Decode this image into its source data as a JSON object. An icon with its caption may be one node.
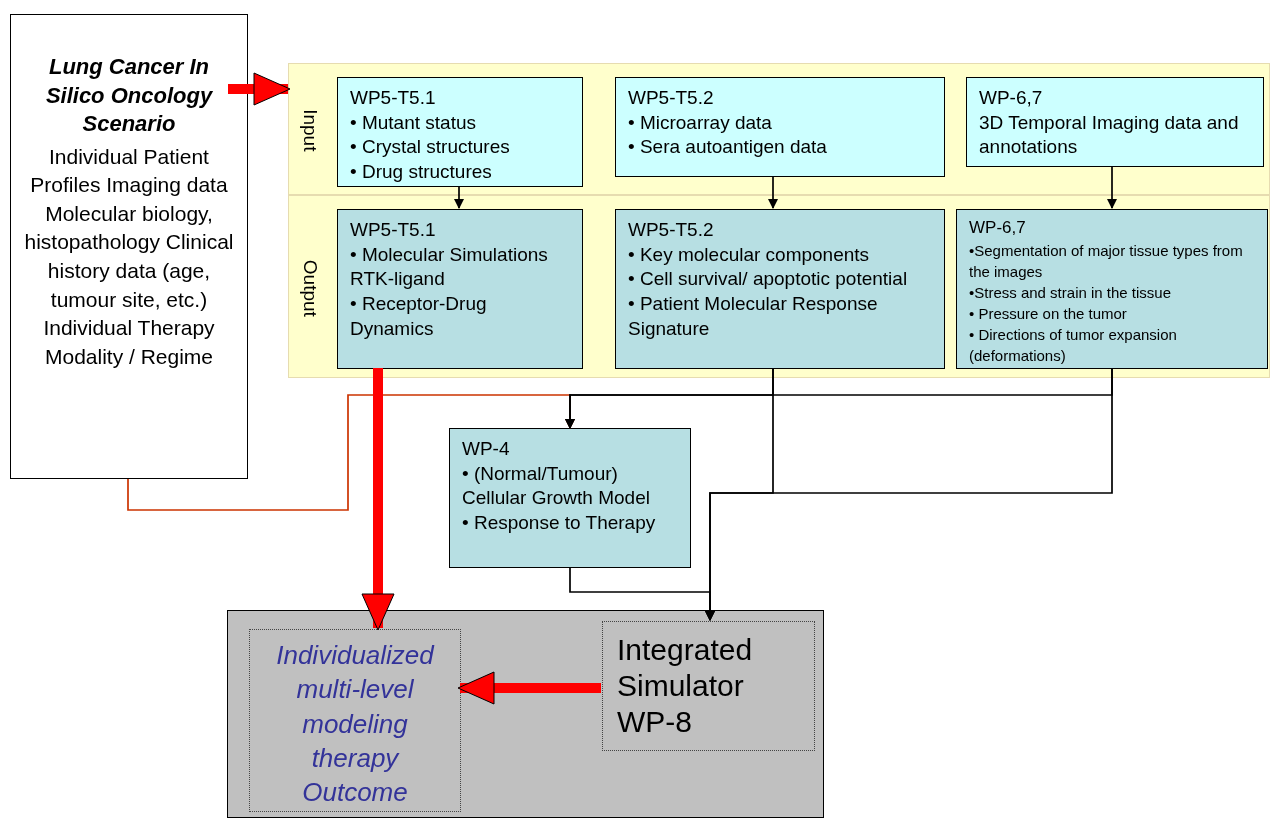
{
  "diagram": {
    "nodes": [
      {
        "text": [
          "Lung Cancer In Silico Oncology Scenario",
          "Individual Patient Profiles Imaging data Molecular biology, histopathology Clinical history data (age, tumour site, etc.) Individual Therapy Modality / Regime"
        ]
      },
      {
        "text": [
          "Input"
        ]
      },
      {
        "text": [
          "Output"
        ]
      },
      {
        "text": [
          "WP5-T5.1",
          "• Mutant status",
          "• Crystal structures",
          "• Drug structures"
        ],
        "in": 1
      },
      {
        "text": [
          "WP5-T5.2",
          "• Microarray data",
          "• Sera autoantigen data"
        ],
        "in": 1
      },
      {
        "text": [
          "WP-6,7",
          "3D Temporal Imaging data and annotations"
        ],
        "in": 1
      },
      {
        "text": [
          "WP5-T5.1",
          "• Molecular Simulations RTK-ligand",
          "• Receptor-Drug Dynamics"
        ],
        "in": 2
      },
      {
        "text": [
          "WP5-T5.2",
          "• Key molecular components",
          "• Cell survival/ apoptotic potential",
          "• Patient Molecular Response Signature"
        ],
        "in": 2
      },
      {
        "text": [
          "WP-6,7",
          "•Segmentation of major tissue types from the images",
          "•Stress and strain in the tissue",
          "• Pressure on the tumor",
          "• Directions of tumor expansion (deformations)"
        ],
        "in": 2
      },
      {
        "text": [
          "WP-4",
          "• (Normal/Tumour) Cellular Growth Model",
          "• Response to Therapy"
        ]
      },
      {
        "text": [],
        "shape": "box"
      },
      {
        "text": [
          "Individualized multi-level modeling therapy Outcome"
        ],
        "in": 10
      },
      {
        "text": [
          "Integrated Simulator WP-8"
        ],
        "in": 10
      }
    ],
    "edges": [
      {
        "from": 0,
        "to": 1,
        "arrow": "to",
        "style": "thick",
        "color": "#ff0000"
      },
      {
        "from": 3,
        "to": 6,
        "arrow": "to"
      },
      {
        "from": 4,
        "to": 7,
        "arrow": "to"
      },
      {
        "from": 5,
        "to": 8,
        "arrow": "to"
      },
      {
        "from": 0,
        "to": 9,
        "arrow": "to",
        "color": "#cc3300"
      },
      {
        "from": 7,
        "to": 9,
        "arrow": "to"
      },
      {
        "from": 8,
        "to": 9,
        "arrow": "to"
      },
      {
        "from": 6,
        "to": 11,
        "arrow": "to",
        "style": "thick",
        "color": "#ff0000"
      },
      {
        "from": 7,
        "to": 12,
        "arrow": "to"
      },
      {
        "from": 8,
        "to": 12,
        "arrow": "to"
      },
      {
        "from": 9,
        "to": 12,
        "arrow": "to"
      },
      {
        "from": 12,
        "to": 11,
        "arrow": "to",
        "style": "thick",
        "color": "#ff0000"
      }
    ]
  }
}
